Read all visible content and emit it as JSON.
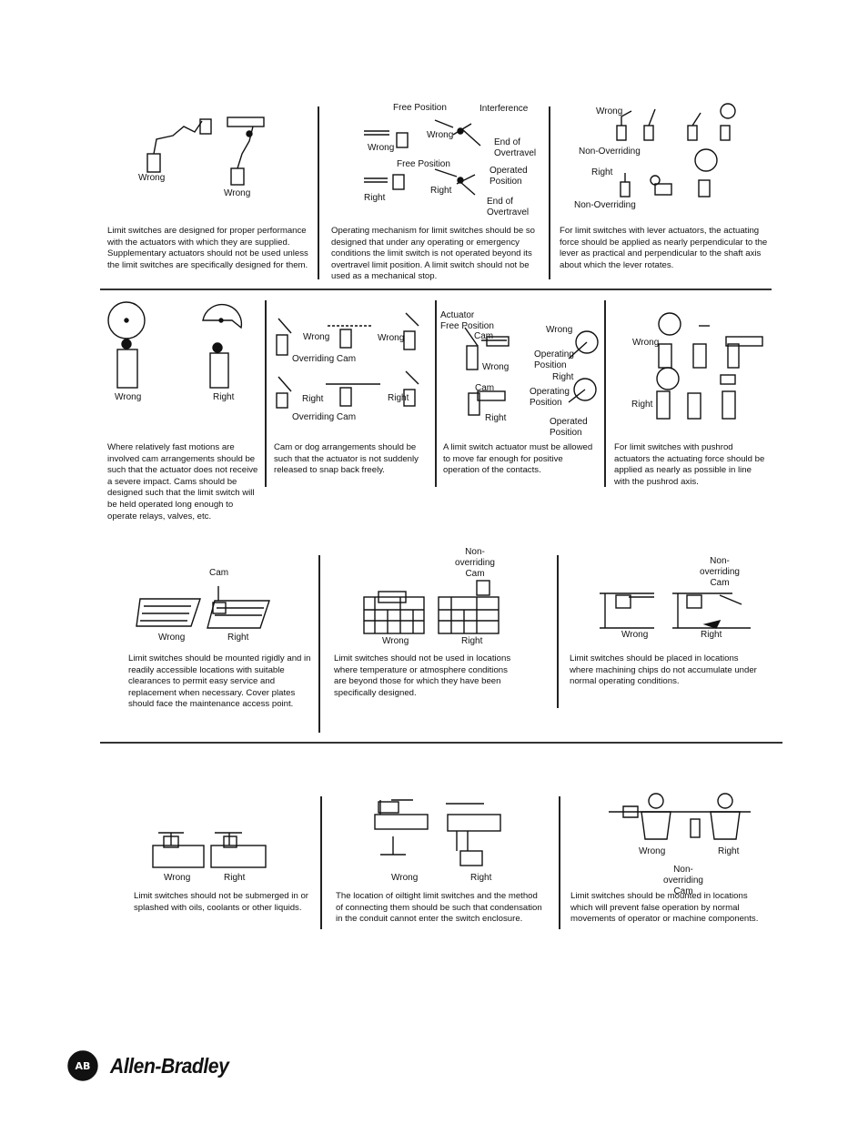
{
  "sections": [
    {
      "panels": [
        {
          "labels": [
            "Wrong",
            "Wrong"
          ],
          "caption": "Limit switches are designed for proper performance with the actuators with which they are supplied. Supplementary actuators should not be used unless the limit switches are specifically designed for them."
        },
        {
          "labels": [
            "Free Position",
            "Interference",
            "Wrong",
            "Wrong",
            "End of Overtravel",
            "Free Position",
            "Operated Position",
            "Right",
            "Right",
            "End of Overtravel"
          ],
          "caption": "Operating mechanism for limit switches should be so designed that under any operating or emergency conditions the limit switch is not operated beyond its overtravel limit position. A limit switch should not be used as a mechanical stop."
        },
        {
          "labels": [
            "Wrong",
            "Non-Overriding",
            "Right",
            "Non-Overriding"
          ],
          "caption": "For limit switches with lever actuators, the actuating force should be applied as nearly perpendicular to the lever as practical and perpendicular to the shaft axis about which the lever rotates."
        }
      ]
    },
    {
      "panels": [
        {
          "labels": [
            "Wrong",
            "Right"
          ],
          "caption": "Where relatively fast motions are involved cam arrangements should be such that the actuator does not receive a severe impact. Cams should be designed such that the limit switch will be held operated long enough to operate relays, valves, etc."
        },
        {
          "labels": [
            "Wrong",
            "Wrong",
            "Overriding Cam",
            "Right",
            "Right",
            "Overriding Cam"
          ],
          "caption": "Cam or dog arrangements should be such that the actuator is not suddenly released to snap back freely."
        },
        {
          "labels": [
            "Actuator Free Position",
            "Cam",
            "Wrong",
            "Wrong",
            "Operating Position",
            "Right",
            "Cam",
            "Operating Position",
            "Right",
            "Operated Position"
          ],
          "caption": "A limit switch actuator must be allowed to move far enough for positive operation of the contacts."
        },
        {
          "labels": [
            "Wrong",
            "Right"
          ],
          "caption": "For limit switches with pushrod actuators the actuating force should be applied as nearly as possible in line with the pushrod axis."
        }
      ]
    },
    {
      "panels": [
        {
          "labels": [
            "Cam",
            "Wrong",
            "Right"
          ],
          "caption": "Limit switches should be mounted rigidly and in readily accessible locations with suitable clearances to permit easy service and replacement when necessary. Cover plates should face the maintenance access point."
        },
        {
          "labels": [
            "Non-overriding Cam",
            "Wrong",
            "Right"
          ],
          "caption": "Limit switches should not be used in locations where temperature or atmosphere conditions are beyond those for which they have been specifically designed."
        },
        {
          "labels": [
            "Non-overriding Cam",
            "Wrong",
            "Right"
          ],
          "caption": "Limit switches should be placed in locations where machining chips do not accumulate under normal operating conditions."
        }
      ]
    },
    {
      "panels": [
        {
          "labels": [
            "Wrong",
            "Right"
          ],
          "caption": "Limit switches should not be submerged in or splashed with oils, coolants or other liquids."
        },
        {
          "labels": [
            "Wrong",
            "Right"
          ],
          "caption": "The location of oiltight limit switches and the method of connecting them should be such that condensation in the conduit cannot enter the switch enclosure."
        },
        {
          "labels": [
            "Wrong",
            "Right",
            "Non-overriding Cam"
          ],
          "caption": "Limit switches should be mounted in locations which will prevent false operation by normal movements of operator or machine components."
        }
      ]
    }
  ],
  "footer": {
    "logo_text": "AB",
    "brand": "Allen-Bradley"
  }
}
